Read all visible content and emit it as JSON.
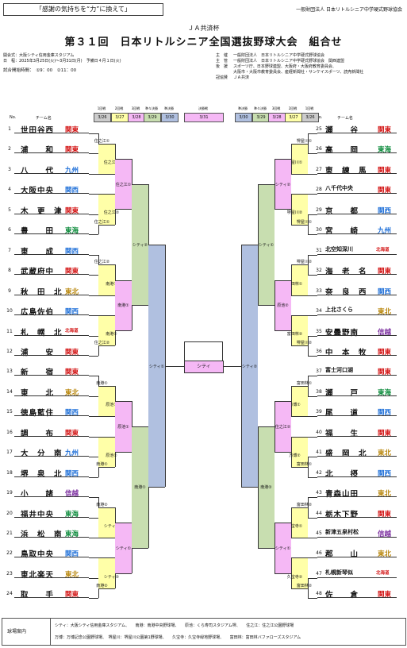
{
  "header": {
    "slogan": "「感謝の気持ちを“力”に換えて」",
    "org": "一般財団法人 日本リトルシニア中学硬式野球協会",
    "subtitle": "ＪＡ共済杯",
    "title": "第３１回　日本リトルシニア全国選抜野球大会　組合せ"
  },
  "info_left": [
    "開会式：大阪シティ信用金庫スタジアム",
    "日　程：2025年3月25日(火)～3月31日(月)　予備日４月１日(火)",
    "試合開始時間：　①9：00　②11：00"
  ],
  "info_right": [
    {
      "label": "主　催",
      "text": "一般財団法人　日本リトルシニア中学硬式野球協会"
    },
    {
      "label": "主　管",
      "text": "一般財団法人　日本リトルシニア中学硬式野球協会　関西連盟"
    },
    {
      "label": "後　援",
      "text": "スポーツ庁、日本野球連盟、大阪府・大阪府教育委員会、"
    },
    {
      "label": "",
      "text": "大阪市・大阪市教育委員会、産経新聞社・サンケイスポーツ、読売新聞社"
    },
    {
      "label": "冠協賛",
      "text": "ＪＡ共済"
    }
  ],
  "rounds": {
    "left_labels": [
      "1回戦",
      "2回戦",
      "3回戦",
      "準々決勝",
      "準決勝"
    ],
    "left_dates": [
      "3/26",
      "3/27",
      "3/28",
      "3/29",
      "3/30"
    ],
    "final_label": "決勝戦",
    "final_date": "3/31",
    "right_labels": [
      "準決勝",
      "準々決勝",
      "3回戦",
      "2回戦",
      "1回戦"
    ],
    "right_dates": [
      "3/30",
      "3/29",
      "3/28",
      "3/27",
      "3/26"
    ],
    "no_header": "No.",
    "name_header": "チーム名"
  },
  "colors": {
    "kanto": "#d21010",
    "tokai": "#0a8a3a",
    "kyushu": "#1e6fd8",
    "kansai": "#1e6fd8",
    "tohoku": "#b8860b",
    "hokkaido": "#d21010",
    "shinetsu": "#7a2c9e",
    "yellow": "#ffffa8",
    "pink": "#f5b8f5",
    "green": "#c8deb0",
    "blue": "#b0c0e0"
  },
  "left_teams": [
    {
      "no": "1",
      "name": "世田谷西",
      "region": "関東",
      "rc": "kanto"
    },
    {
      "no": "2",
      "name": "浦　　和",
      "region": "関東",
      "rc": "kanto"
    },
    {
      "no": "3",
      "name": "八　　代",
      "region": "九州",
      "rc": "kyushu"
    },
    {
      "no": "4",
      "name": "大阪中央",
      "region": "関西",
      "rc": "kansai"
    },
    {
      "no": "5",
      "name": "木　更　津",
      "region": "関東",
      "rc": "kanto"
    },
    {
      "no": "6",
      "name": "豊　　田",
      "region": "東海",
      "rc": "tokai"
    },
    {
      "no": "7",
      "name": "東　　成",
      "region": "関西",
      "rc": "kansai"
    },
    {
      "no": "8",
      "name": "武蔵府中",
      "region": "関東",
      "rc": "kanto"
    },
    {
      "no": "9",
      "name": "秋　田　北",
      "region": "東北",
      "rc": "tohoku"
    },
    {
      "no": "10",
      "name": "広島佐伯",
      "region": "関西",
      "rc": "kansai"
    },
    {
      "no": "11",
      "name": "札　幌　北",
      "region": "北海道",
      "rc": "hokkaido",
      "small": true
    },
    {
      "no": "12",
      "name": "浦　　安",
      "region": "関東",
      "rc": "kanto"
    },
    {
      "no": "13",
      "name": "新　　宿",
      "region": "関東",
      "rc": "kanto"
    },
    {
      "no": "14",
      "name": "東　　北",
      "region": "東北",
      "rc": "tohoku"
    },
    {
      "no": "15",
      "name": "徳島藍住",
      "region": "関西",
      "rc": "kansai"
    },
    {
      "no": "16",
      "name": "調　　布",
      "region": "関東",
      "rc": "kanto"
    },
    {
      "no": "17",
      "name": "大　分　南",
      "region": "九州",
      "rc": "kyushu"
    },
    {
      "no": "18",
      "name": "堺　泉　北",
      "region": "関西",
      "rc": "kansai"
    },
    {
      "no": "19",
      "name": "小　　諸",
      "region": "信越",
      "rc": "shinetsu"
    },
    {
      "no": "20",
      "name": "福井中央",
      "region": "東海",
      "rc": "tokai"
    },
    {
      "no": "21",
      "name": "浜　松　南",
      "region": "東海",
      "rc": "tokai"
    },
    {
      "no": "22",
      "name": "鳥取中央",
      "region": "関西",
      "rc": "kansai"
    },
    {
      "no": "23",
      "name": "東北楽天",
      "region": "東北",
      "rc": "tohoku"
    },
    {
      "no": "24",
      "name": "取　　手",
      "region": "関東",
      "rc": "kanto"
    }
  ],
  "right_teams": [
    {
      "no": "25",
      "name": "瀬　　谷",
      "region": "関東",
      "rc": "kanto"
    },
    {
      "no": "26",
      "name": "高　　岡",
      "region": "東海",
      "rc": "tokai"
    },
    {
      "no": "27",
      "name": "東　練　馬",
      "region": "関東",
      "rc": "kanto"
    },
    {
      "no": "28",
      "name": "八千代中央",
      "region": "関東",
      "rc": "kanto",
      "smallName": true
    },
    {
      "no": "29",
      "name": "京　　都",
      "region": "関西",
      "rc": "kansai"
    },
    {
      "no": "30",
      "name": "宮　　崎",
      "region": "九州",
      "rc": "kyushu"
    },
    {
      "no": "31",
      "name": "北空知深川",
      "region": "北海道",
      "rc": "hokkaido",
      "small": true,
      "smallName": true
    },
    {
      "no": "32",
      "name": "海　老　名",
      "region": "関東",
      "rc": "kanto"
    },
    {
      "no": "33",
      "name": "奈　良　西",
      "region": "関西",
      "rc": "kansai"
    },
    {
      "no": "34",
      "name": "上北さくら",
      "region": "東北",
      "rc": "tohoku",
      "smallName": true
    },
    {
      "no": "35",
      "name": "安曇野南",
      "region": "信越",
      "rc": "shinetsu"
    },
    {
      "no": "36",
      "name": "中　本　牧",
      "region": "関東",
      "rc": "kanto"
    },
    {
      "no": "37",
      "name": "富士河口湖",
      "region": "関東",
      "rc": "kanto",
      "smallName": true
    },
    {
      "no": "38",
      "name": "瀬　　戸",
      "region": "東海",
      "rc": "tokai"
    },
    {
      "no": "39",
      "name": "尾　　道",
      "region": "関西",
      "rc": "kansai"
    },
    {
      "no": "40",
      "name": "福　　生",
      "region": "関東",
      "rc": "kanto"
    },
    {
      "no": "41",
      "name": "盛　岡　北",
      "region": "東北",
      "rc": "tohoku"
    },
    {
      "no": "42",
      "name": "北　　摂",
      "region": "関西",
      "rc": "kansai"
    },
    {
      "no": "43",
      "name": "青森山田",
      "region": "東北",
      "rc": "tohoku"
    },
    {
      "no": "44",
      "name": "栃木下野",
      "region": "関東",
      "rc": "kanto"
    },
    {
      "no": "45",
      "name": "新津五泉村松",
      "region": "信越",
      "rc": "shinetsu",
      "smallName": true
    },
    {
      "no": "46",
      "name": "郡　　山",
      "region": "東北",
      "rc": "tohoku"
    },
    {
      "no": "47",
      "name": "札幌新琴似",
      "region": "北海道",
      "rc": "hokkaido",
      "small": true,
      "smallName": true
    },
    {
      "no": "48",
      "name": "佐　　倉",
      "region": "関東",
      "rc": "kanto"
    }
  ],
  "venues": {
    "r1_left": [
      "住之江①",
      "住之江①",
      "住之江②",
      "住之江②",
      "南港①",
      "南港①",
      "南港②",
      "南港②",
      "原池①",
      "原池①",
      "シティ①",
      "シティ②"
    ],
    "r2_left": [
      "住之江①",
      "住之江②",
      "南港①",
      "南港②",
      "原池①",
      "原池②",
      "シティ①",
      "シティ②"
    ],
    "r3_left": [
      "住之江①",
      "南港①",
      "原池①",
      "シティ①"
    ],
    "qf_left": [
      "シティ②",
      "南港①"
    ],
    "sf_left": "シティ①",
    "final": "シティ",
    "sf_right": "シティ②",
    "qf_right": [
      "シティ①",
      "南港②"
    ],
    "r3_right": [
      "シティ②",
      "原池②",
      "住之江②",
      "シティ①"
    ],
    "r2_right": [
      "堺屋川①",
      "堺屋川②",
      "富田林①",
      "富田林②",
      "万博①",
      "万博②",
      "久宝寺①",
      "久宝寺②"
    ],
    "r1_right": [
      "堺屋川①",
      "堺屋川①",
      "堺屋川②",
      "堺屋川②",
      "富田林①",
      "富田林①",
      "富田林②",
      "富田林②",
      "万博①",
      "万博②",
      "久宝寺①",
      "久宝寺②"
    ]
  },
  "legend": {
    "title": "球場案内",
    "line1": "シティ：大阪シティ信用金庫スタジアム、　　南港：南港中央野球場、　　原池：くら寿司スタジアム堺、　　住之江：住之江公園野球場",
    "line2": "万博：万博記念公園野球場、　堺屋川：堺屋川公園第1野球場、　　久宝寺：久宝寺緑地野球場、　　富田林：富田林バファローズスタジアム"
  }
}
